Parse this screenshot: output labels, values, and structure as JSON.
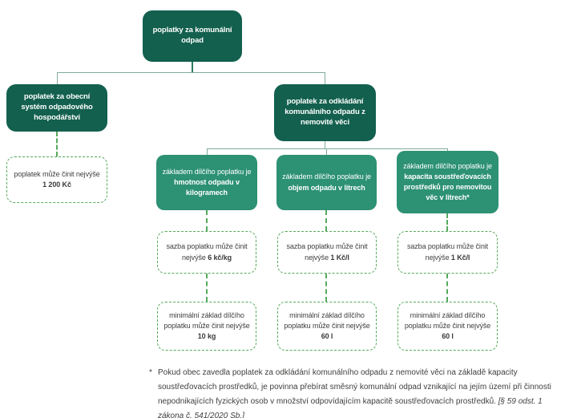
{
  "palette": {
    "dark_green": "#13604e",
    "medium_green": "#2d9173",
    "dash_green": "#55a95c",
    "connector_green": "#7fab9b",
    "text_gray": "#3f3f3e"
  },
  "root": {
    "label": "poplatky za komunální odpad"
  },
  "level2": {
    "left": {
      "label": "poplatek za obecní systém odpadového hospodářství"
    },
    "right": {
      "label": "poplatek za odkládání komunálního odpadu z nemovité věci"
    }
  },
  "left_limit": {
    "text": "poplatek může činit nejvýše",
    "value": "1 200 Kč"
  },
  "branches": [
    {
      "basis_prefix": "základem dílčího poplatku je",
      "basis_bold": "hmotnost odpadu v kilogramech",
      "rate_prefix": "sazba poplatku může činit nejvýše ",
      "rate_value": "6 kč/kg",
      "min_prefix": "minimální základ dílčího poplatku může činit nejvýše",
      "min_value": "10 kg"
    },
    {
      "basis_prefix": "základem dílčího poplatku je",
      "basis_bold": "objem odpadu v litrech",
      "rate_prefix": "sazba poplatku může činit nejvýše ",
      "rate_value": "1 Kč/l",
      "min_prefix": "minimální základ dílčího poplatku může činit nejvýše",
      "min_value": "60 l"
    },
    {
      "basis_prefix": "základem dílčího poplatku je",
      "basis_bold": "kapacita soustřeďovacích prostředků pro nemovitou věc v litrech*",
      "rate_prefix": "sazba poplatku může činit nejvýše ",
      "rate_value": "1 Kč/l",
      "min_prefix": "minimální základ dílčího poplatku může činit nejvýše",
      "min_value": "60 l"
    }
  ],
  "footnote": {
    "marker": "*",
    "body": "Pokud obec zavedla poplatek za odkládání komunálního odpadu z nemovité věci na základě kapacity soustřeďovacích prostředků, je povinna přebírat směsný komunální odpad vznikající na jejím území při činnosti nepodnikajících fyzických osob v množství odpovídajícím kapacitě soustřeďovacích prostředků. ",
    "citation": "[§ 59 odst. 1 zákona č. 541/2020 Sb.]"
  }
}
